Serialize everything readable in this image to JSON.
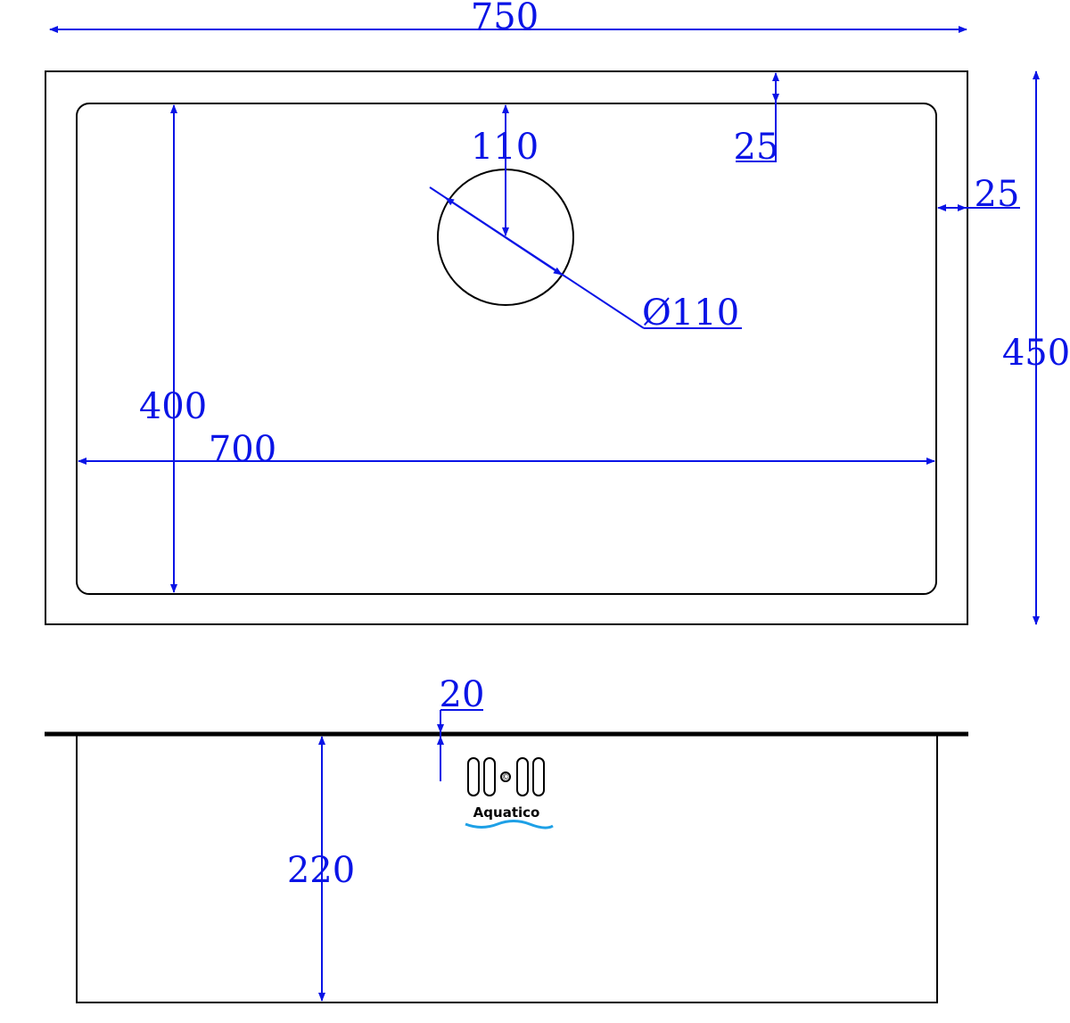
{
  "colors": {
    "outline": "#000000",
    "dimension": "#0a14e6",
    "logo_wave": "#1ea0e6"
  },
  "plan_view": {
    "overall_width": "750",
    "overall_depth": "450",
    "inner_width": "700",
    "inner_depth": "400",
    "rim_top": "25",
    "rim_side": "25",
    "drain_offset": "110",
    "drain_diameter": "Ø110"
  },
  "side_view": {
    "flange_thickness": "20",
    "bowl_depth": "220"
  },
  "logo": {
    "brand": "Aquatico",
    "icon": "aquatico-logo-icon",
    "mark": "©"
  }
}
